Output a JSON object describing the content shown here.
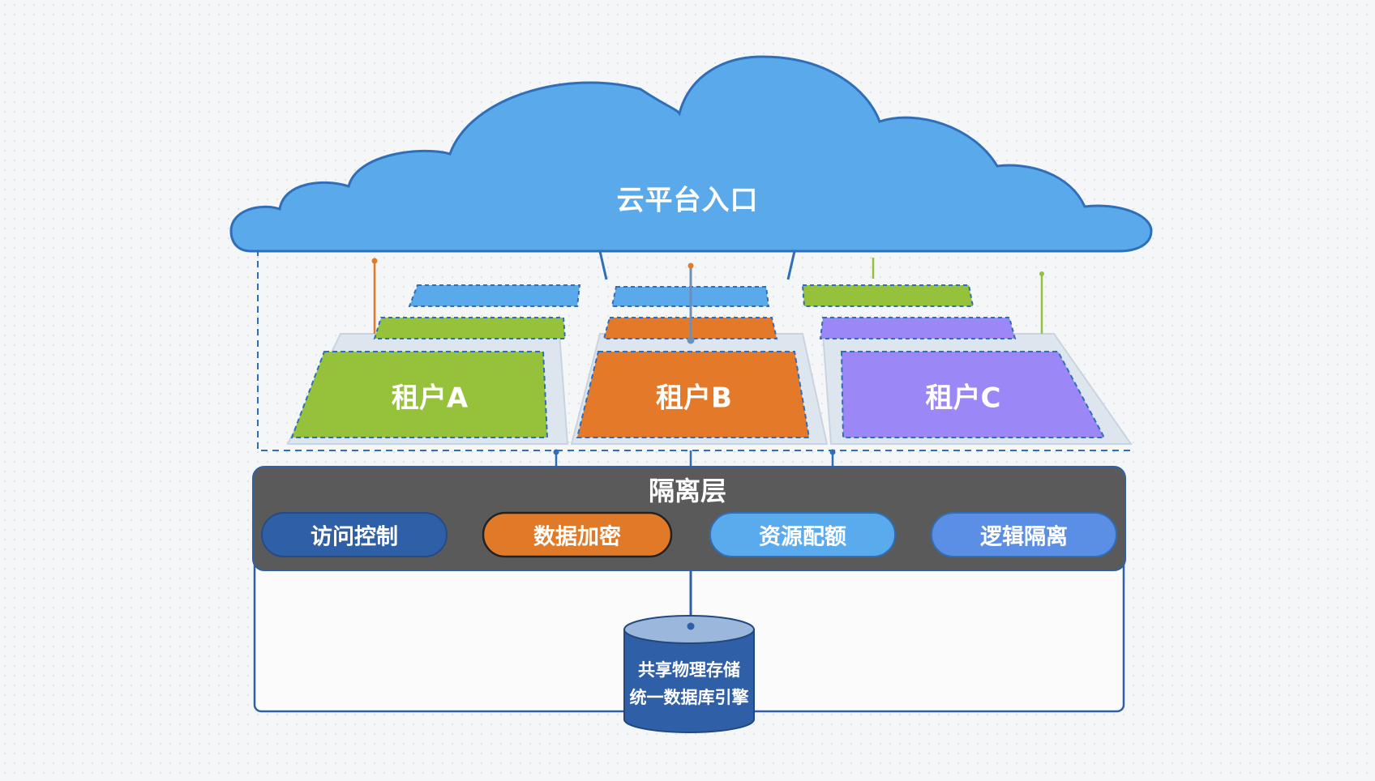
{
  "cloud": {
    "title": "云平台入口",
    "color": "#5aa9ea",
    "stroke": "#2f6fba"
  },
  "tenants": [
    {
      "name": "租户A",
      "color": "#95c23a",
      "back_colors": [
        "#5aa9ea",
        "#95c23a"
      ]
    },
    {
      "name": "租户B",
      "color": "#e5792a",
      "back_colors": [
        "#5aa9ea",
        "#e5792a"
      ]
    },
    {
      "name": "租户C",
      "color": "#9b87f5",
      "back_colors": [
        "#95c23a",
        "#9b87f5"
      ]
    }
  ],
  "isolation_layer": {
    "title": "隔离层",
    "color": "#5a5a5a",
    "pills": [
      {
        "label": "访问控制",
        "color": "#2f5fa7"
      },
      {
        "label": "数据加密",
        "color": "#e07a28"
      },
      {
        "label": "资源配额",
        "color": "#5aaaee"
      },
      {
        "label": "逻辑隔离",
        "color": "#5b8fe6"
      }
    ]
  },
  "storage": {
    "line1": "共享物理存储",
    "line2": "统一数据库引擎",
    "color": "#2f5fa7"
  }
}
